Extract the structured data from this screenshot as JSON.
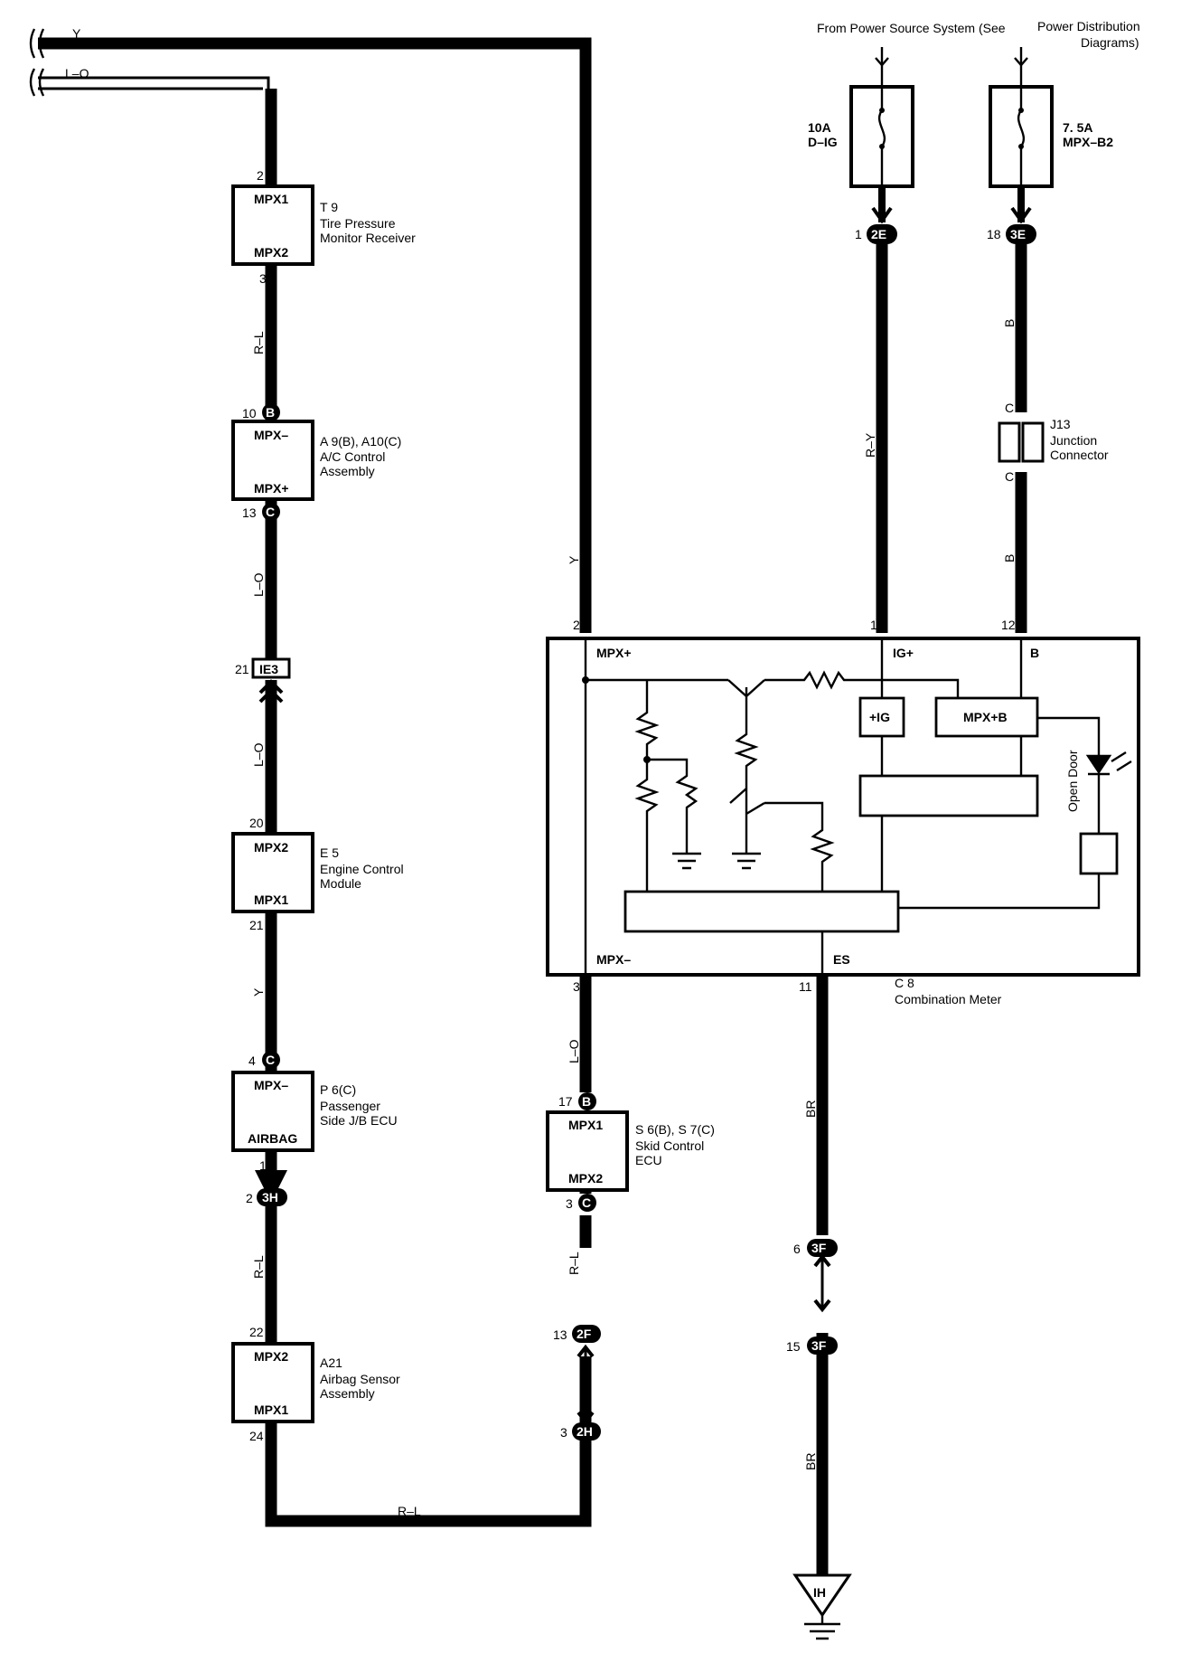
{
  "source": {
    "line1": "From Power Source System (See",
    "line2": "Power Distribution",
    "line3": "Diagrams)"
  },
  "fuses": [
    {
      "amp": "10A",
      "name": "D–IG"
    },
    {
      "amp": "7. 5A",
      "name": "MPX–B2"
    }
  ],
  "wire_colors": {
    "y_top": "Y",
    "lo_top": "L–O",
    "rl_1": "R–L",
    "lo_1": "L–O",
    "lo_2": "L–O",
    "y_2": "Y",
    "rl_2": "R–L",
    "y_main": "Y",
    "lo_3": "L–O",
    "rl_3": "R–L",
    "rl_bottom": "R–L",
    "ry": "R–Y",
    "b_1": "B",
    "b_2": "B",
    "br_1": "BR",
    "br_2": "BR"
  },
  "components": {
    "t9": {
      "id": "T 9",
      "line1": "Tire Pressure",
      "line2": "Monitor Receiver",
      "pin_top_label": "MPX1",
      "pin_bot_label": "MPX2",
      "pin_top": "2",
      "pin_bot": "3"
    },
    "a9": {
      "id": "A 9(B), A10(C)",
      "line1": "A/C Control",
      "line2": "Assembly",
      "pin_top_label": "MPX–",
      "pin_bot_label": "MPX+",
      "pin_top": "10",
      "pin_top_conn": "B",
      "pin_bot": "13",
      "pin_bot_conn": "C"
    },
    "e5": {
      "id": "E 5",
      "line1": "Engine Control",
      "line2": "Module",
      "pin_top_label": "MPX2",
      "pin_bot_label": "MPX1",
      "pin_top": "20",
      "pin_bot": "21"
    },
    "p6": {
      "id": "P 6(C)",
      "line1": "Passenger",
      "line2": "Side J/B ECU",
      "pin_top_label": "MPX–",
      "pin_bot_label": "AIRBAG",
      "pin_top": "4",
      "pin_top_conn": "C",
      "pin_bot": "1"
    },
    "a21": {
      "id": "A21",
      "line1": "Airbag Sensor",
      "line2": "Assembly",
      "pin_top_label": "MPX2",
      "pin_bot_label": "MPX1",
      "pin_top": "22",
      "pin_bot": "24"
    },
    "s6": {
      "id": "S 6(B), S 7(C)",
      "line1": "Skid Control",
      "line2": "ECU",
      "pin_top_label": "MPX1",
      "pin_bot_label": "MPX2",
      "pin_top": "17",
      "pin_top_conn": "B",
      "pin_bot": "3",
      "pin_bot_conn": "C"
    },
    "c8": {
      "id": "C 8",
      "name": "Combination Meter",
      "mpxp": "MPX+",
      "igp": "IG+",
      "b": "B",
      "mpxm": "MPX–",
      "es": "ES",
      "pin_mpxp": "2",
      "pin_ig": "1",
      "pin_b": "12",
      "pin_mpxm": "3",
      "pin_es": "11",
      "ig_block": "+IG",
      "mpxb_block": "MPX+B",
      "open_door": "Open Door"
    },
    "j13": {
      "id": "J13",
      "line1": "Junction",
      "line2": "Connector",
      "pin_top": "C",
      "pin_bot": "C"
    }
  },
  "connectors": {
    "ie3": {
      "pin": "21",
      "label": "IE3"
    },
    "h3": {
      "pin": "2",
      "label": "3H"
    },
    "e2": {
      "pin": "1",
      "label": "2E"
    },
    "e3": {
      "pin": "18",
      "label": "3E"
    },
    "f2": {
      "pin": "13",
      "label": "2F"
    },
    "h2": {
      "pin": "3",
      "label": "2H"
    },
    "f3a": {
      "pin": "6",
      "label": "3F"
    },
    "f3b": {
      "pin": "15",
      "label": "3F"
    }
  },
  "ground": {
    "label": "IH"
  }
}
